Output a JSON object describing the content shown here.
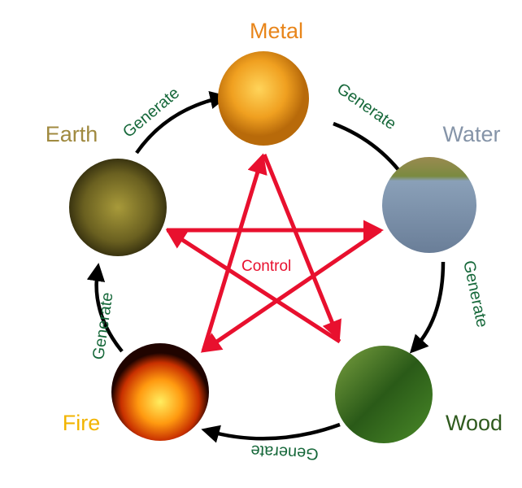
{
  "elements": [
    {
      "name": "Metal",
      "color": "#e8851a"
    },
    {
      "name": "Water",
      "color": "#8594a8"
    },
    {
      "name": "Wood",
      "color": "#2f5a1e"
    },
    {
      "name": "Fire",
      "color": "#f2b400"
    },
    {
      "name": "Earth",
      "color": "#a08a40"
    }
  ],
  "generate_label": "Generate",
  "control_label": "Control",
  "colors": {
    "generate_arrow": "#000000",
    "generate_text": "#16683a",
    "control": "#e8102e"
  }
}
